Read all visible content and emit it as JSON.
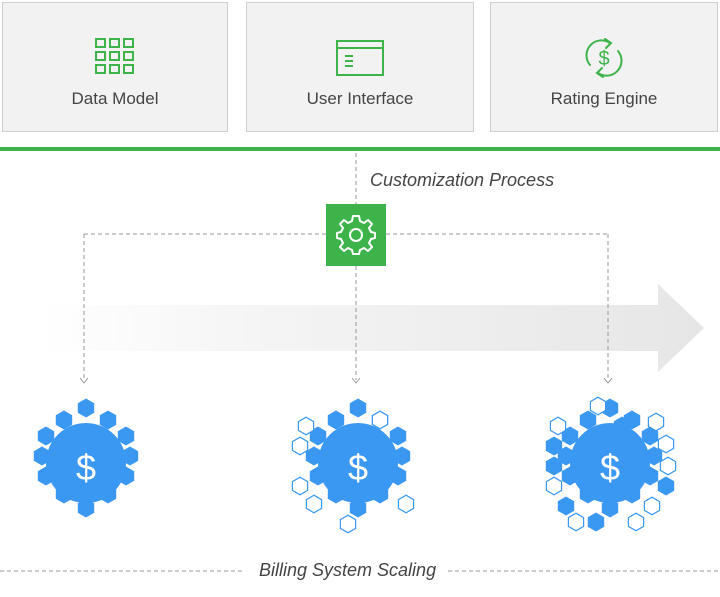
{
  "modules": [
    {
      "label": "Data Model",
      "icon": "grid-icon"
    },
    {
      "label": "User Interface",
      "icon": "window-icon"
    },
    {
      "label": "Rating Engine",
      "icon": "dollar-cycle-icon"
    }
  ],
  "process": {
    "label": "Customization Process",
    "icon": "gear-icon"
  },
  "clusters": [
    {
      "symbol": "$",
      "size": "small"
    },
    {
      "symbol": "$",
      "size": "medium"
    },
    {
      "symbol": "$",
      "size": "large"
    }
  ],
  "scaling": {
    "label": "Billing System Scaling"
  },
  "colors": {
    "green": "#3db34a",
    "blue": "#3a97f2",
    "box_bg": "#f2f2f2",
    "box_border": "#cfcfcf",
    "text": "#444444",
    "dash": "#999999"
  }
}
